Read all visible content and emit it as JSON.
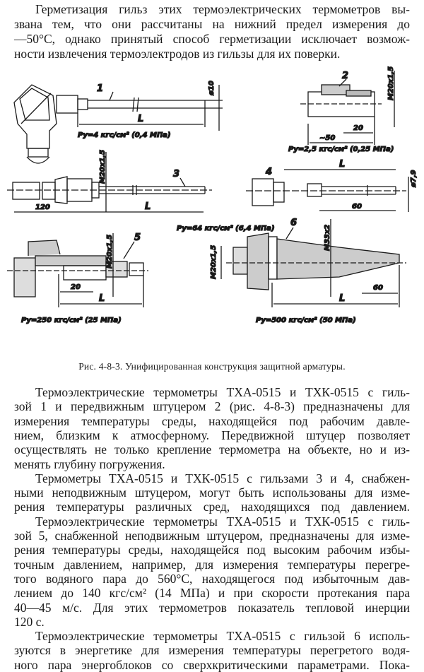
{
  "intro_lines": [
    "Герметизация гильз этих термоэлектрических термометров вы-",
    "звана тем, что они рассчитаны на нижний предел измерения до",
    "—50°С, однако принятый способ герметизации исключает возмож-",
    "ности извлечения термоэлектродов из гильзы для их поверки."
  ],
  "figure": {
    "parts": [
      "1",
      "2",
      "3",
      "4",
      "5",
      "6"
    ],
    "dims": {
      "d10": "ø10",
      "m20": "M20x1,5",
      "m33": "M33x2",
      "d79": "ø7,9",
      "L": "L",
      "approx50": "~50",
      "d20": "20",
      "d120": "120",
      "d60": "60"
    },
    "pressures": [
      "Pу=4 кгс/см² (0,4 МПа)",
      "Pу=2,5 кгс/см² (0,25 МПа)",
      "Pу=64 кгс/см² (6,4 МПа)",
      "Pу=250 кгс/см² (25 МПа)",
      "Pу=500 кгс/см² (50 МПа)"
    ],
    "caption": "Рис. 4-8-3. Унифицированная конструкция защитной арматуры."
  },
  "body_lines": [
    "Термоэлектрические термометры ТХА-0515 и ТХК-0515 с гиль-",
    "зой 1 и передвижным штуцером 2 (рис. 4-8-3) предназначены для",
    "измерения температуры среды, находящейся под рабочим давле-",
    "нием, близким к атмосферному. Передвижной штуцер позволяет",
    "осуществлять не только крепление термометра на объекте, но и из-",
    "менять глубину погружения.",
    "Термометры ТХА-0515 и ТХК-0515 с гильзами 3 и 4, снабжен-",
    "ными неподвижным штуцером, могут быть использованы для изме-",
    "рения температуры различных сред, находящихся под давлением.",
    "Термоэлектрические термометры ТХА-0515 и ТХК-0515 с гиль-",
    "зой 5, снабженной неподвижным штуцером, предназначены для изме-",
    "рения температуры среды, находящейся под высоким рабочим избы-",
    "точным давлением, например, для измерения температуры перегре-",
    "того водяного пара до 560°С, находящегося под избыточным дав-",
    "лением до 140 кгс/см² (14 МПа) и при скорости протекания пара",
    "40—45 м/с. Для этих термометров показатель тепловой инерции",
    "120 с.",
    "Термоэлектрические термометры ТХА-0515 с гильзой 6 исполь-",
    "зуются в энергетике для измерения температуры перегретого водя-",
    "ного пара энергоблоков со сверхкритическими параметрами. Пока-"
  ]
}
